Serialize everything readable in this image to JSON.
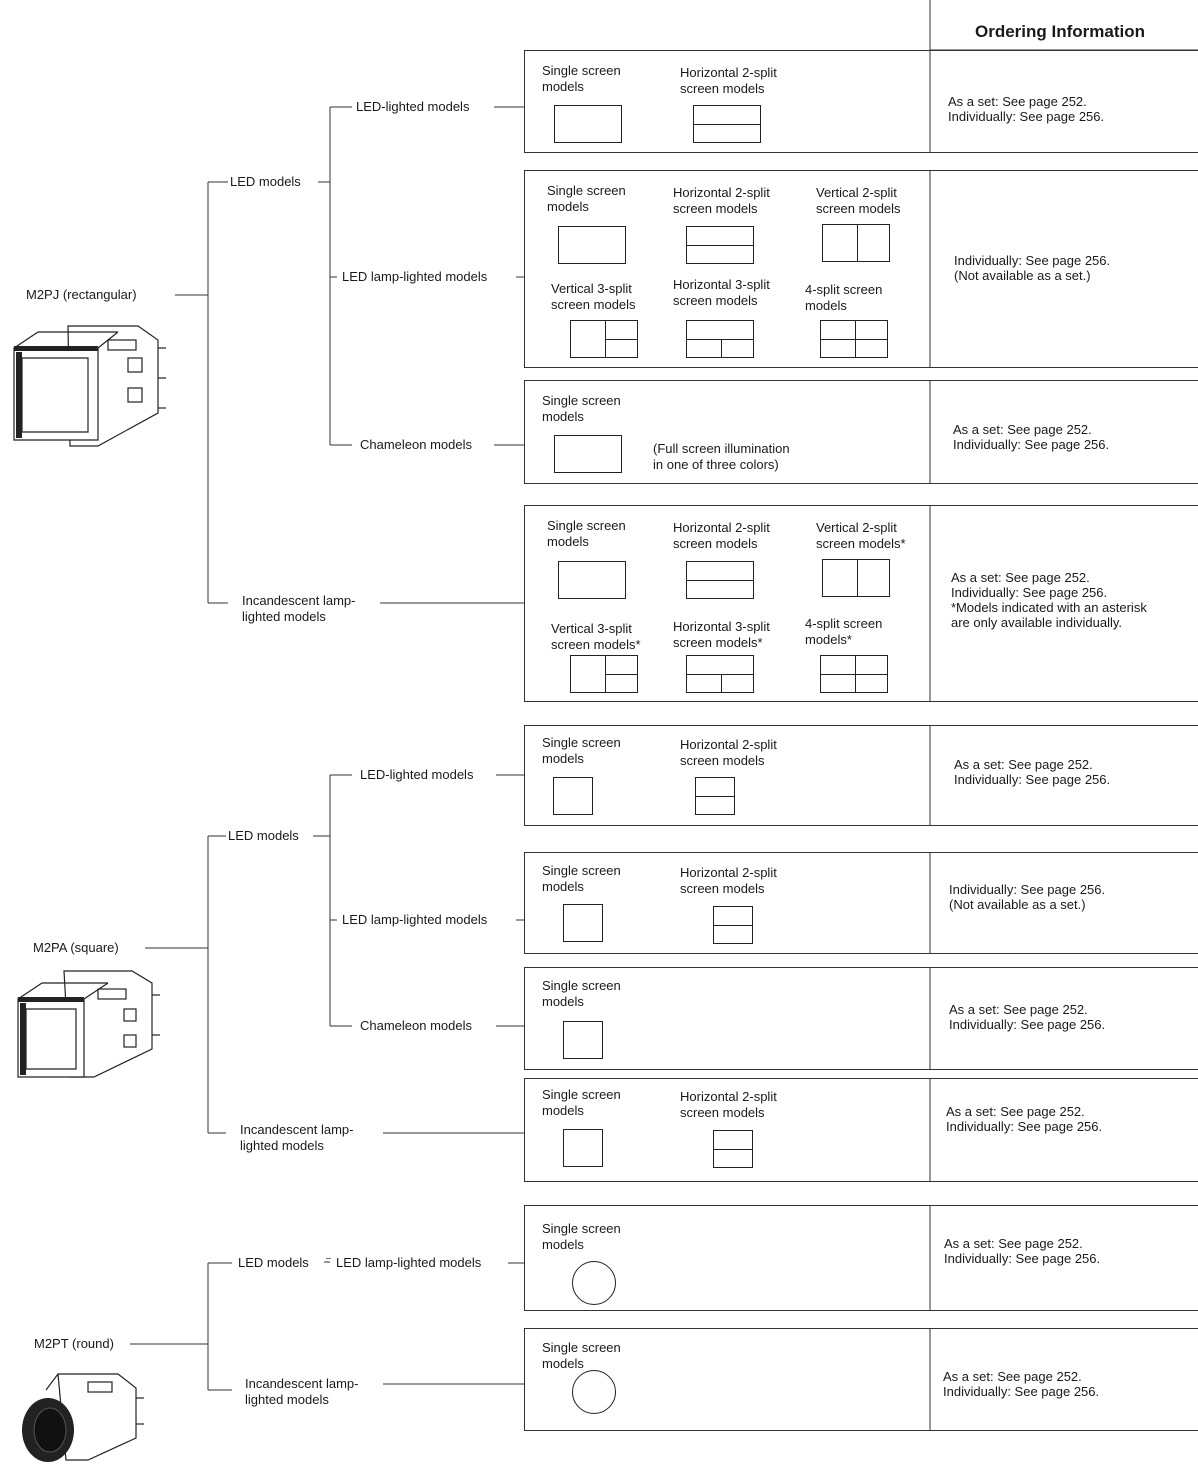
{
  "header": {
    "ordering_title": "Ordering Information"
  },
  "families": [
    {
      "name": "M2PJ (rectangular)"
    },
    {
      "name": "M2PA (square)"
    },
    {
      "name": "M2PT (round)"
    }
  ],
  "branches": {
    "led_models": "LED models",
    "led_lighted": "LED-lighted models",
    "led_lamp_lighted": "LED lamp-lighted models",
    "chameleon": "Chameleon models",
    "incandescent_1": "Incandescent lamp-",
    "incandescent_2": "lighted models"
  },
  "screens": {
    "single_1": "Single screen",
    "single_2": "models",
    "h2_1": "Horizontal 2-split",
    "h2_2": "screen models",
    "v2_1": "Vertical 2-split",
    "v2_2": "screen models",
    "v2_2_ast": "screen models*",
    "v3_1": "Vertical 3-split",
    "v3_2": "screen models",
    "v3_2_ast": "screen models*",
    "h3_1": "Horizontal 3-split",
    "h3_2": "screen models",
    "h3_2_ast": "screen models*",
    "q4_1": "4-split screen",
    "q4_2": "models",
    "q4_2_ast": "models*",
    "chameleon_note_1": "(Full screen illumination",
    "chameleon_note_2": "in one of three colors)"
  },
  "ordering": {
    "set_and_individual": "As a set: See page 252.\nIndividually: See page 256.",
    "individual_only": "Individually: See page 256.\n(Not available as a set.)",
    "set_individual_asterisk": "As a set: See page 252.\nIndividually: See page 256.\n*Models indicated with an asterisk\nare only available individually."
  }
}
